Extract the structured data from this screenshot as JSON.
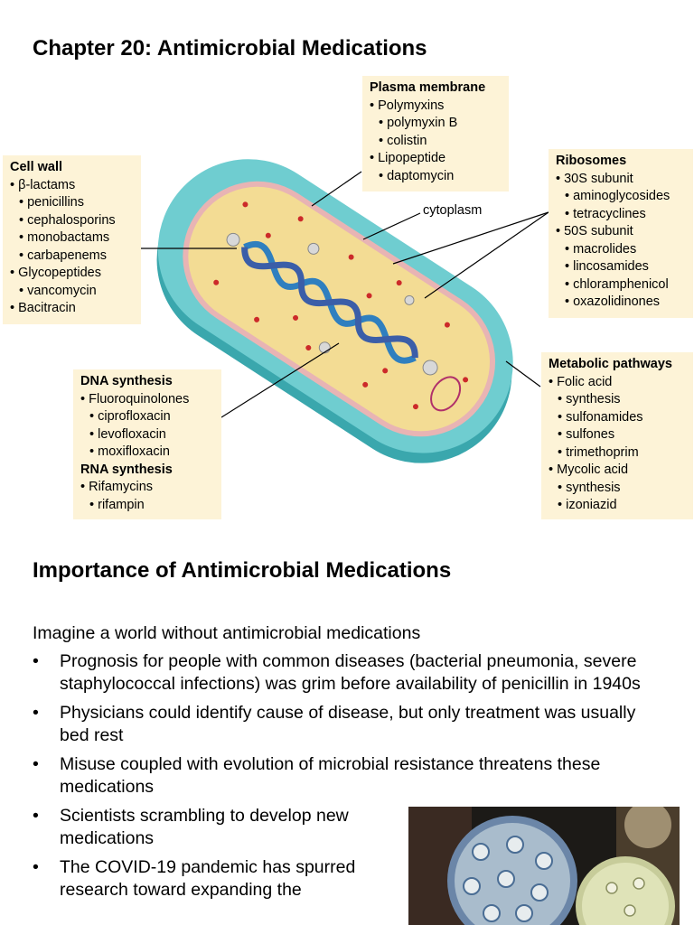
{
  "page": {
    "title": "Chapter 20: Antimicrobial Medications",
    "section_title": "Importance of Antimicrobial Medications"
  },
  "diagram": {
    "cytoplasm_label": "cytoplasm",
    "plasma_membrane": {
      "heading": "Plasma membrane",
      "items": [
        {
          "text": "Polymyxins",
          "level": 1
        },
        {
          "text": "polymyxin B",
          "level": 2
        },
        {
          "text": "colistin",
          "level": 2
        },
        {
          "text": "Lipopeptide",
          "level": 1
        },
        {
          "text": "daptomycin",
          "level": 2
        }
      ]
    },
    "cell_wall": {
      "heading": "Cell wall",
      "items": [
        {
          "text": "β-lactams",
          "level": 1
        },
        {
          "text": "penicillins",
          "level": 2
        },
        {
          "text": "cephalosporins",
          "level": 2
        },
        {
          "text": "monobactams",
          "level": 2
        },
        {
          "text": "carbapenems",
          "level": 2
        },
        {
          "text": "Glycopeptides",
          "level": 1
        },
        {
          "text": "vancomycin",
          "level": 2
        },
        {
          "text": "Bacitracin",
          "level": 1
        }
      ]
    },
    "ribosomes": {
      "heading": "Ribosomes",
      "items": [
        {
          "text": "30S subunit",
          "level": 1
        },
        {
          "text": "aminoglycosides",
          "level": 2
        },
        {
          "text": "tetracyclines",
          "level": 2
        },
        {
          "text": "50S subunit",
          "level": 1
        },
        {
          "text": "macrolides",
          "level": 2
        },
        {
          "text": "lincosamides",
          "level": 2
        },
        {
          "text": "chloramphenicol",
          "level": 2
        },
        {
          "text": "oxazolidinones",
          "level": 2
        }
      ]
    },
    "dna_rna": {
      "heading": "DNA synthesis",
      "items": [
        {
          "text": "Fluoroquinolones",
          "level": 1
        },
        {
          "text": "ciprofloxacin",
          "level": 2
        },
        {
          "text": "levofloxacin",
          "level": 2
        },
        {
          "text": "moxifloxacin",
          "level": 2
        }
      ],
      "heading2": "RNA synthesis",
      "items2": [
        {
          "text": "Rifamycins",
          "level": 1
        },
        {
          "text": "rifampin",
          "level": 2
        }
      ]
    },
    "metabolic": {
      "heading": "Metabolic pathways",
      "items": [
        {
          "text": "Folic acid",
          "level": 1
        },
        {
          "text": "synthesis",
          "level": 2
        },
        {
          "text": "sulfonamides",
          "level": 2
        },
        {
          "text": "sulfones",
          "level": 2
        },
        {
          "text": "trimethoprim",
          "level": 2
        },
        {
          "text": "Mycolic acid",
          "level": 1
        },
        {
          "text": "synthesis",
          "level": 2
        },
        {
          "text": "izoniazid",
          "level": 2
        }
      ]
    }
  },
  "body": {
    "intro": "Imagine a world without antimicrobial medications",
    "bullets": [
      "Prognosis for people with common diseases (bacterial pneumonia, severe staphylococcal infections) was grim before availability of penicillin in 1940s",
      "Physicians could identify cause of disease, but only treatment was usually bed rest",
      "Misuse coupled with evolution of microbial resistance threatens these medications",
      "Scientists scrambling to develop new medications",
      "The COVID-19 pandemic has spurred research toward expanding the"
    ]
  },
  "colors": {
    "label_box": "#fdf3d7",
    "cell_wall": "#5bbfc4",
    "cytoplasm": "#f2d98e"
  }
}
